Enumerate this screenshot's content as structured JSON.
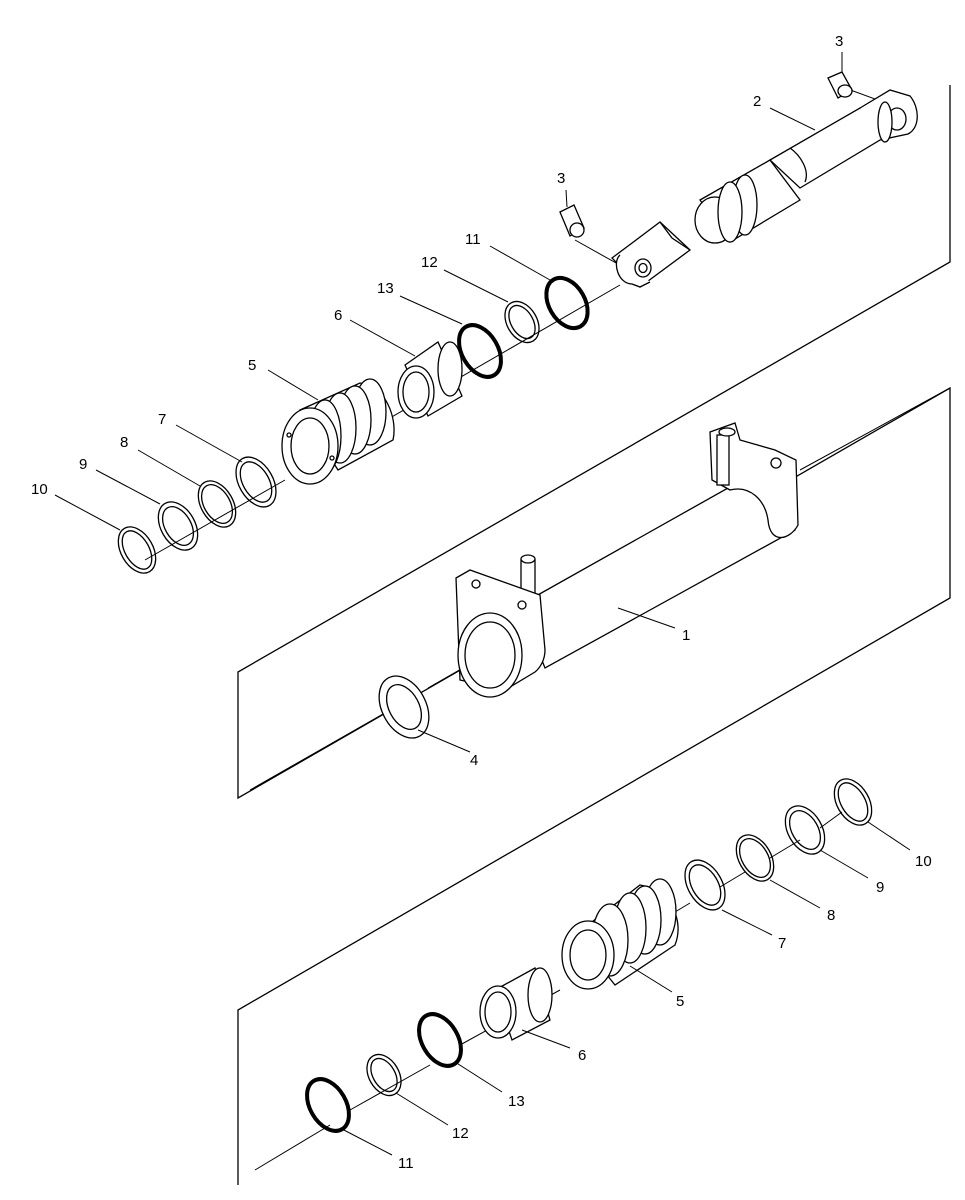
{
  "callouts": {
    "c1": "1",
    "c2": "2",
    "c3a": "3",
    "c3b": "3",
    "c4": "4",
    "c5a": "5",
    "c5b": "5",
    "c6a": "6",
    "c6b": "6",
    "c7a": "7",
    "c7b": "7",
    "c8a": "8",
    "c8b": "8",
    "c9a": "9",
    "c9b": "9",
    "c10a": "10",
    "c10b": "10",
    "c11a": "11",
    "c11b": "11",
    "c12a": "12",
    "c12b": "12",
    "c13a": "13",
    "c13b": "13"
  }
}
